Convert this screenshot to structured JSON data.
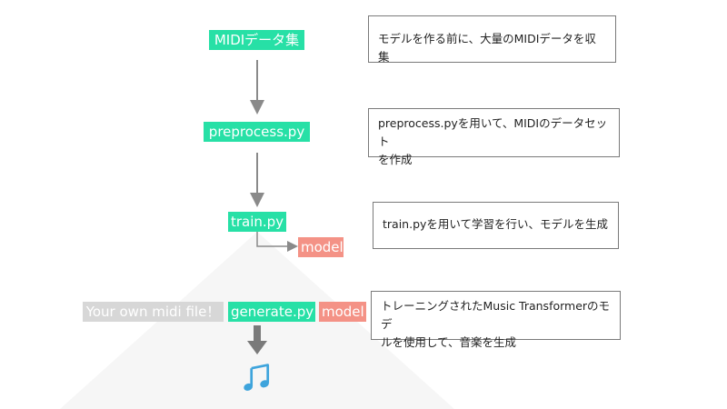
{
  "nodes": {
    "collect": "MIDIデータ集",
    "preprocess": "preprocess.py",
    "train": "train.py",
    "model_train": "model",
    "own_midi": "Your own midi file！",
    "generate": "generate.py",
    "model_generate": "model"
  },
  "descriptions": {
    "collect": [
      "モデルを作る前に、大量のMIDIデータを収集"
    ],
    "preprocess": [
      "preprocess.pyを用いて、MIDIのデータセット",
      "を作成"
    ],
    "train": [
      "train.pyを用いて学習を行い、モデルを生成"
    ],
    "generate": [
      "トレーニングされたMusic Transformerのモデ",
      "ルを使用して、音楽を生成"
    ]
  },
  "icons": {
    "output": "music-note-icon"
  },
  "colors": {
    "node_green": "#27e0a6",
    "node_salmon": "#f49286",
    "node_grey": "#d7d7d7",
    "arrow": "#8a8a8a",
    "music_note": "#3ea4dc"
  }
}
